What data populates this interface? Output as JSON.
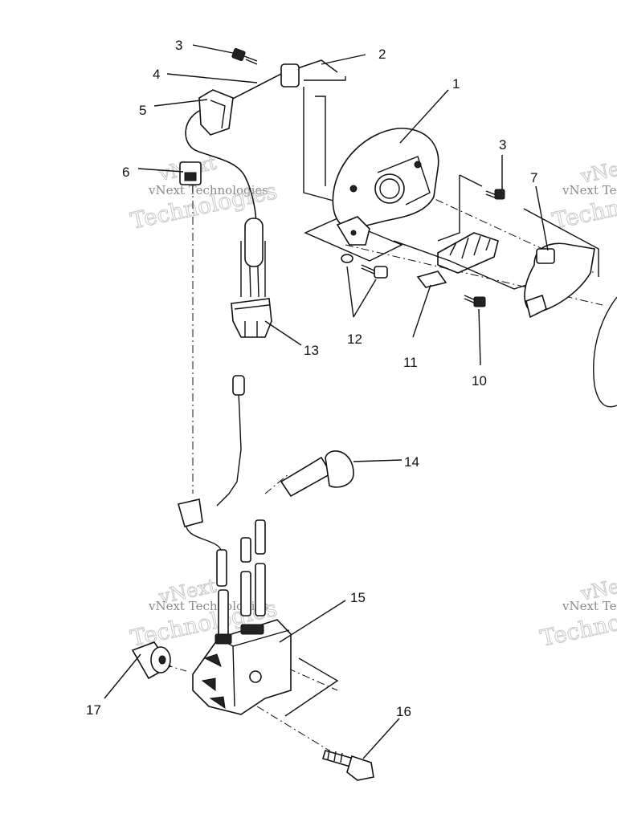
{
  "callouts": [
    {
      "id": "c1",
      "label": "1"
    },
    {
      "id": "c2",
      "label": "2"
    },
    {
      "id": "c3a",
      "label": "3"
    },
    {
      "id": "c3b",
      "label": "3"
    },
    {
      "id": "c4",
      "label": "4"
    },
    {
      "id": "c5",
      "label": "5"
    },
    {
      "id": "c6",
      "label": "6"
    },
    {
      "id": "c7",
      "label": "7"
    },
    {
      "id": "c10",
      "label": "10"
    },
    {
      "id": "c11",
      "label": "11"
    },
    {
      "id": "c12",
      "label": "12"
    },
    {
      "id": "c13",
      "label": "13"
    },
    {
      "id": "c14",
      "label": "14"
    },
    {
      "id": "c15",
      "label": "15"
    },
    {
      "id": "c16",
      "label": "16"
    },
    {
      "id": "c17",
      "label": "17"
    }
  ],
  "watermark": {
    "line1": "vNext Technologies",
    "line2": "Technologies",
    "line_top": "vNext"
  }
}
